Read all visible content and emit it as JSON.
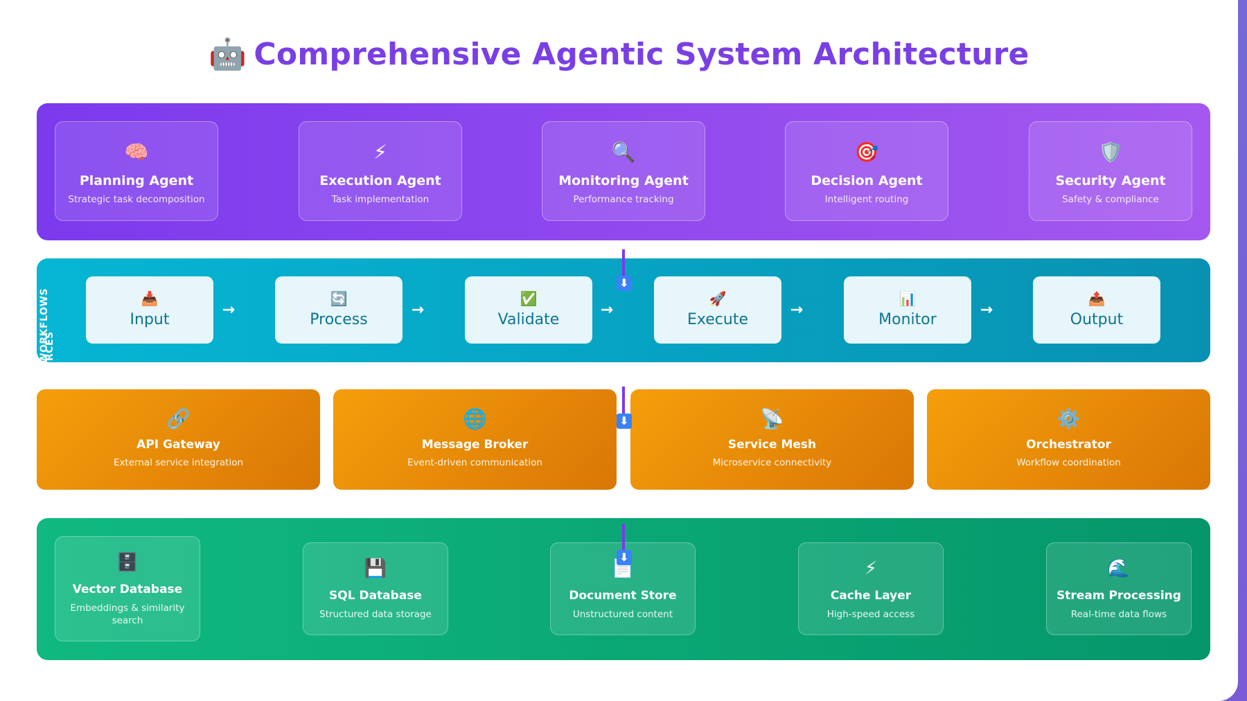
{
  "title": {
    "icon": "🤖",
    "text": "Comprehensive Agentic System Architecture"
  },
  "layer_labels": {
    "workflows": "AGENT WORKFLOWS",
    "data_sources": "DATA SOURCES"
  },
  "agents": [
    {
      "icon": "🧠",
      "icon_name": "brain-icon",
      "name": "Planning Agent",
      "desc": "Strategic task decomposition"
    },
    {
      "icon": "⚡",
      "icon_name": "lightning-icon",
      "name": "Execution Agent",
      "desc": "Task implementation"
    },
    {
      "icon": "🔍",
      "icon_name": "magnifier-icon",
      "name": "Monitoring Agent",
      "desc": "Performance tracking"
    },
    {
      "icon": "🎯",
      "icon_name": "target-icon",
      "name": "Decision Agent",
      "desc": "Intelligent routing"
    },
    {
      "icon": "🛡️",
      "icon_name": "shield-icon",
      "name": "Security Agent",
      "desc": "Safety & compliance"
    }
  ],
  "workflow": [
    {
      "icon": "📥",
      "icon_name": "inbox-icon",
      "name": "Input"
    },
    {
      "icon": "🔄",
      "icon_name": "refresh-icon",
      "name": "Process"
    },
    {
      "icon": "✅",
      "icon_name": "check-icon",
      "name": "Validate"
    },
    {
      "icon": "🚀",
      "icon_name": "rocket-icon",
      "name": "Execute"
    },
    {
      "icon": "📊",
      "icon_name": "chart-icon",
      "name": "Monitor"
    },
    {
      "icon": "📤",
      "icon_name": "outbox-icon",
      "name": "Output"
    }
  ],
  "workflow_arrow": "→",
  "flow_marker": "⬇",
  "services": [
    {
      "icon": "🔗",
      "icon_name": "link-icon",
      "name": "API Gateway",
      "desc": "External service integration"
    },
    {
      "icon": "🌐",
      "icon_name": "globe-icon",
      "name": "Message Broker",
      "desc": "Event-driven communication"
    },
    {
      "icon": "📡",
      "icon_name": "satellite-icon",
      "name": "Service Mesh",
      "desc": "Microservice connectivity"
    },
    {
      "icon": "⚙️",
      "icon_name": "gear-icon",
      "name": "Orchestrator",
      "desc": "Workflow coordination"
    }
  ],
  "data_sources": [
    {
      "icon": "🗄️",
      "icon_name": "cabinet-icon",
      "name": "Vector Database",
      "desc": "Embeddings & similarity search"
    },
    {
      "icon": "💾",
      "icon_name": "floppy-icon",
      "name": "SQL Database",
      "desc": "Structured data storage"
    },
    {
      "icon": "📄",
      "icon_name": "document-icon",
      "name": "Document Store",
      "desc": "Unstructured content"
    },
    {
      "icon": "⚡",
      "icon_name": "lightning-icon",
      "name": "Cache Layer",
      "desc": "High-speed access"
    },
    {
      "icon": "🌊",
      "icon_name": "wave-icon",
      "name": "Stream Processing",
      "desc": "Real-time data flows"
    }
  ]
}
